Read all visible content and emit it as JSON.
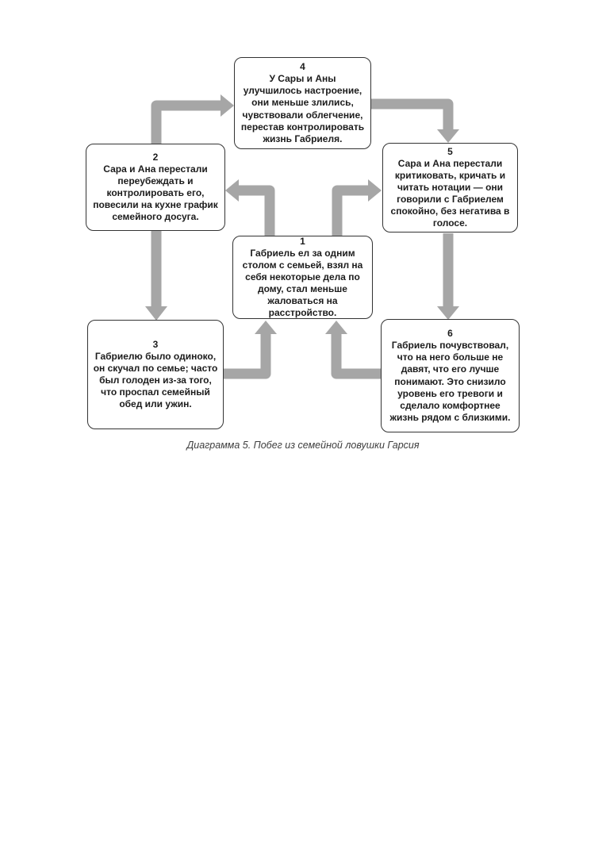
{
  "diagram": {
    "caption": "Диаграмма 5. Побег из семейной ловушки Гарсия",
    "colors": {
      "background": "#ffffff",
      "arrow": "#a6a6a6",
      "box_border": "#333333",
      "text": "#1c1c1c",
      "caption": "#3d3d3d"
    },
    "nodes": [
      {
        "number": "1",
        "text": "Габриель ел за одним столом с семьей, взял на себя некоторые дела по дому, стал меньше жаловаться на расстройство."
      },
      {
        "number": "2",
        "text": "Сара и Ана перестали переубеждать и контролировать его, повесили на кухне график семейного досуга."
      },
      {
        "number": "3",
        "text": "Габриелю было одиноко, он скучал по семье; часто был голоден из-за того, что проспал семейный обед или ужин."
      },
      {
        "number": "4",
        "text": "У Сары и Аны улучшилось настроение, они меньше злились, чувствовали облегчение, перестав контролировать жизнь Габриеля."
      },
      {
        "number": "5",
        "text": "Сара и Ана перестали критиковать, кричать и читать нотации — они говорили с Габриелем спокойно, без негатива в голосе."
      },
      {
        "number": "6",
        "text": "Габриель почувствовал, что на него больше не давят, что его лучше понимают. Это снизило уровень его тревоги и сделало комфортнее жизнь рядом с близкими."
      }
    ],
    "edges": [
      {
        "from": "2",
        "to": "4"
      },
      {
        "from": "4",
        "to": "5"
      },
      {
        "from": "1",
        "to": "2"
      },
      {
        "from": "1",
        "to": "5"
      },
      {
        "from": "2",
        "to": "3"
      },
      {
        "from": "5",
        "to": "6"
      },
      {
        "from": "3",
        "to": "1"
      },
      {
        "from": "6",
        "to": "1"
      }
    ]
  }
}
